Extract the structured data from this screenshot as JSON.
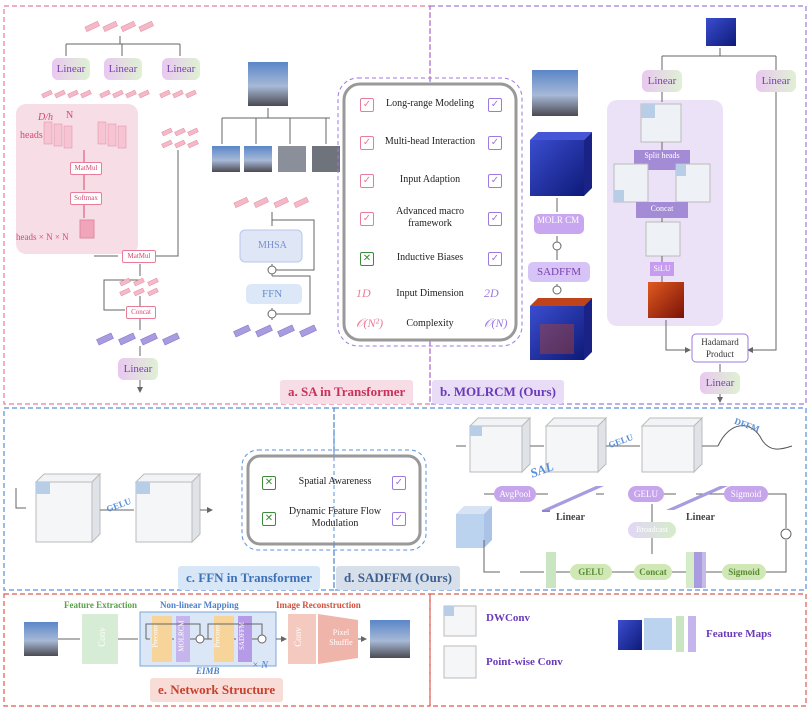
{
  "sa_panel": {
    "linear_top": [
      "Linear",
      "Linear",
      "Linear"
    ],
    "dims_top": "D/h",
    "dims_n": "N",
    "heads": "heads",
    "matmul1": "MatMul",
    "softmax": "Softmax",
    "heads_nn": "heads × N × N",
    "matmul2": "MatMul",
    "concat": "Concat",
    "linear_bottom": "Linear",
    "mhsa": "MHSA",
    "ffn": "FFN",
    "section_label": "a. SA in Transformer"
  },
  "comparison": {
    "rows": [
      {
        "label": "Long-range Modeling",
        "left": "check",
        "right": "check"
      },
      {
        "label": "Multi-head Interaction",
        "left": "check",
        "right": "check"
      },
      {
        "label": "Input Adaption",
        "left": "check",
        "right": "check"
      },
      {
        "label": "Advanced macro framework",
        "left": "check",
        "right": "check"
      },
      {
        "label": "Inductive Biases",
        "left": "cross",
        "right": "check"
      },
      {
        "label": "Input Dimension",
        "left": "1D",
        "right": "2D"
      },
      {
        "label": "Complexity",
        "left": "𝒪(N²)",
        "right": "𝒪(N)"
      }
    ]
  },
  "molrcm_panel": {
    "molrcm_block": "MOLR CM",
    "sadffm_block": "SADFFM",
    "linear_left": "Linear",
    "linear_right": "Linear",
    "split_heads": "Split heads",
    "concat": "Concat",
    "silu": "SiLU",
    "hadamard": "Hadamard Product",
    "linear_out": "Linear",
    "section_label": "b. MOLRCM (Ours)"
  },
  "ffn_panel": {
    "gelu": "GELU",
    "section_label": "c. FFN in Transformer"
  },
  "ffn_comparison": {
    "rows": [
      {
        "label": "Spatial Awareness",
        "left": "cross",
        "right": "check"
      },
      {
        "label": "Dynamic Feature Flow Modulation",
        "left": "cross",
        "right": "check"
      }
    ]
  },
  "sadffm_panel": {
    "gelu_top": "GELU",
    "dffm": "DFFM",
    "sal": "SAL",
    "avgpool": "AvgPool",
    "linear1": "Linear",
    "gelu_mid": "GELU",
    "linear2": "Linear",
    "sigmoid_top": "Sigmoid",
    "broadcast": "Broadcast",
    "gelu_low": "GELU",
    "concat": "Concat",
    "sigmoid_low": "Sigmoid",
    "section_label": "d. SADFFM (Ours)"
  },
  "network": {
    "feature_extraction": "Feature Extraction",
    "nonlinear_mapping": "Non-linear Mapping",
    "image_reconstruction": "Image Reconstruction",
    "conv": "Conv",
    "preconv1": "Preconv",
    "molrcm": "MOLRCM",
    "preconv2": "Preconv",
    "sadffm": "SADFFM",
    "eimb": "EIMB",
    "times_n": "× N",
    "conv2": "Conv",
    "pixel_shuffle": "Pixel Shuffle",
    "section_label": "e. Network Structure"
  },
  "legend": {
    "dwconv": "DWConv",
    "pointwise": "Point-wise Conv",
    "feature_maps": "Feature Maps"
  },
  "colors": {
    "pink_border": "#e87d9a",
    "purple_border": "#9d7ae0",
    "blue_dash": "#5a90d8",
    "red_dash": "#e05b4f",
    "section_a_bg": "#f7dde6",
    "section_b_bg": "#e8dcf6",
    "section_c_bg": "#d8e7f7",
    "section_d_bg": "#d6dfea",
    "section_e_bg": "#f8dcd7"
  }
}
